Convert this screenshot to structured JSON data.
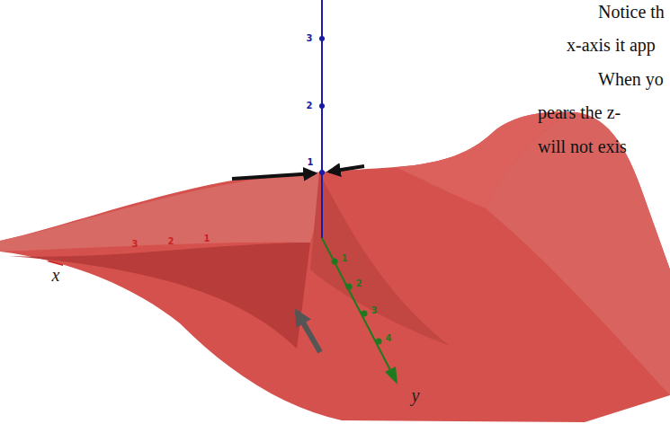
{
  "diagram": {
    "labels": [
      "3",
      "2",
      "1",
      "3",
      "2",
      "1",
      "x",
      "1",
      "2",
      "3",
      "4",
      "y",
      "Notice th",
      "x-axis it app",
      "When yo",
      "pears the z-",
      "will not exis"
    ]
  }
}
